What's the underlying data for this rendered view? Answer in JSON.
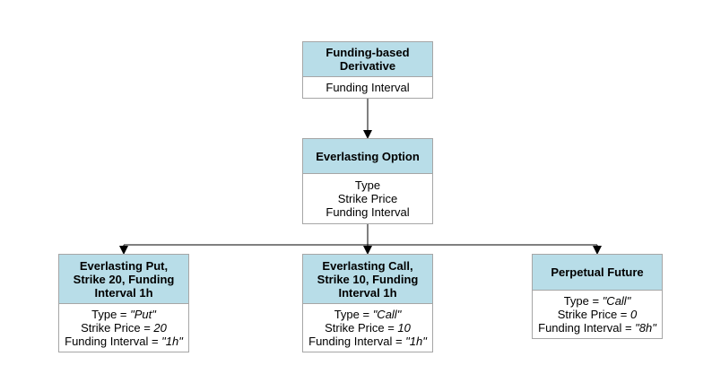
{
  "colors": {
    "header_fill": "#b8dde8",
    "border": "#a6a6a6",
    "connector": "#000000"
  },
  "nodes": {
    "funding_based_derivative": {
      "title": "Funding-based Derivative",
      "attributes": [
        "Funding Interval"
      ]
    },
    "everlasting_option": {
      "title": "Everlasting Option",
      "attributes": [
        "Type",
        "Strike Price",
        "Funding Interval"
      ]
    },
    "everlasting_put": {
      "title": "Everlasting Put, Strike 20, Funding Interval 1h",
      "attributes": [
        {
          "name": "Type = ",
          "value": "\"Put\""
        },
        {
          "name": "Strike Price = ",
          "value": "20"
        },
        {
          "name": "Funding Interval = ",
          "value": "\"1h\""
        }
      ]
    },
    "everlasting_call": {
      "title": "Everlasting Call, Strike 10, Funding Interval 1h",
      "attributes": [
        {
          "name": "Type = ",
          "value": "\"Call\""
        },
        {
          "name": "Strike Price = ",
          "value": "10"
        },
        {
          "name": "Funding Interval = ",
          "value": "\"1h\""
        }
      ]
    },
    "perpetual_future": {
      "title": "Perpetual Future",
      "attributes": [
        {
          "name": "Type = ",
          "value": "\"Call\""
        },
        {
          "name": "Strike Price = ",
          "value": "0"
        },
        {
          "name": "Funding Interval = ",
          "value": "\"8h\""
        }
      ]
    }
  }
}
